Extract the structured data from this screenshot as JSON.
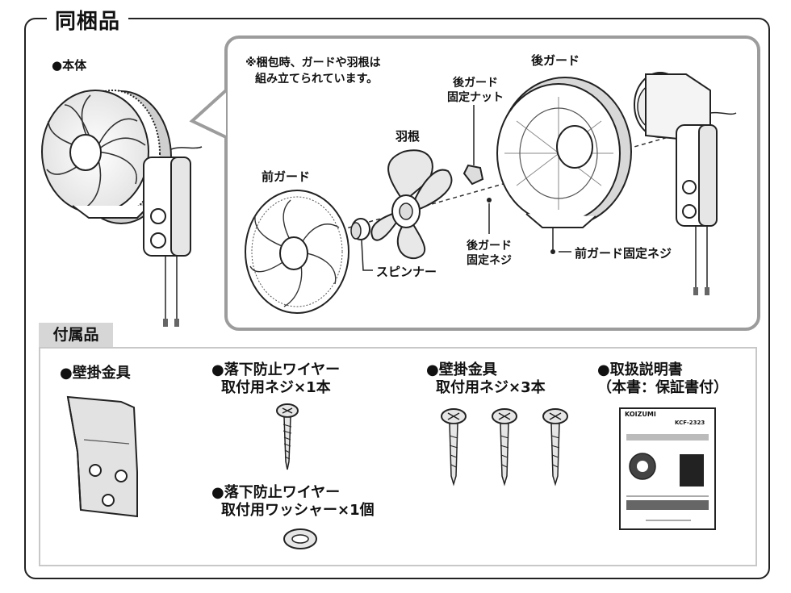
{
  "section_title": "同梱品",
  "main_unit": {
    "label": "●本体"
  },
  "callout": {
    "note_line1": "※梱包時、ガードや羽根は",
    "note_line2": "組み立てられています。",
    "parts": {
      "rear_guard": "後ガード",
      "rear_guard_nut_line1": "後ガード",
      "rear_guard_nut_line2": "固定ナット",
      "blade": "羽根",
      "front_guard": "前ガード",
      "spinner": "スピンナー",
      "rear_guard_screw_line1": "後ガード",
      "rear_guard_screw_line2": "固定ネジ",
      "front_guard_screw": "前ガード固定ネジ"
    }
  },
  "accessories": {
    "title": "付属品",
    "wall_bracket": "●壁掛金具",
    "wire_screw_line1": "●落下防止ワイヤー",
    "wire_screw_line2": "取付用ネジ×1本",
    "wire_washer_line1": "●落下防止ワイヤー",
    "wire_washer_line2": "取付用ワッシャー×1個",
    "bracket_screws_line1": "●壁掛金具",
    "bracket_screws_line2": "取付用ネジ×3本",
    "manual_line1": "●取扱説明書",
    "manual_line2": "（本書：保証書付）",
    "manual_brand": "KOIZUMI",
    "manual_model": "KCF-2323"
  },
  "colors": {
    "frame": "#222222",
    "callout_border": "#9c9c9c",
    "acc_header_bg": "#d6d6d6",
    "acc_border": "#c8c8c8"
  }
}
